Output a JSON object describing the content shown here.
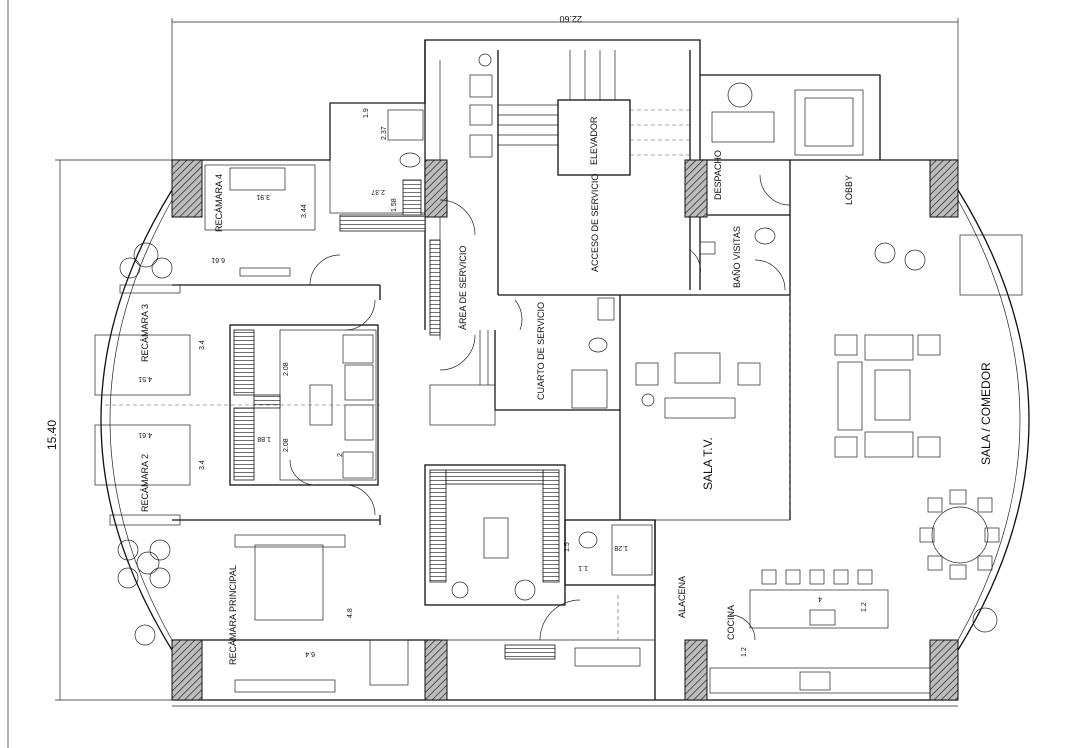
{
  "rooms": {
    "recamara4": "RECÁMARA 4",
    "recamara3": "RECÁMARA 3",
    "recamara2": "RECÁMARA 2",
    "recamara_principal": "RECÁMARA PRINCIPAL",
    "area_servicio": "ÁREA DE SERVICIO",
    "acceso_servicio": "ACCESO DE SERVICIO",
    "elevador": "ELEVADOR",
    "cuarto_servicio": "CUARTO DE SERVICIO",
    "despacho": "DESPACHO",
    "lobby": "LOBBY",
    "bano_visitas": "BAÑO VISITAS",
    "sala_tv": "SALA T.V.",
    "sala_comedor": "SALA / COMEDOR",
    "alacena": "ALACENA",
    "cocina": "COCINA"
  },
  "dimensions": {
    "overall_width": "22.60",
    "overall_depth": "15.40",
    "r4_width": "3.91",
    "r4_depth": "3.44",
    "r4_span": "6.61",
    "bath_a": "2.37",
    "bath_b": "1.9",
    "bath_c": "2.37",
    "bath_d": "1.58",
    "r3_width": "4.51",
    "r3_depth": "3.4",
    "r2_width": "4.61",
    "r2_depth": "3.4",
    "central_bath_a": "2.08",
    "central_bath_b": "2.08",
    "central_bath_c": "1.88",
    "central_bath_d": "2",
    "principal_depth": "4.8",
    "principal_width": "6.4",
    "service_bath_a": "1.5",
    "service_bath_b": "1.28",
    "service_bath_c": "1.1",
    "kitchen_island": "4",
    "kitchen_depth": "1.2",
    "kitchen_aisle": "1.2"
  },
  "colors": {
    "line": "#111111",
    "column_fill": "#777777",
    "background": "#ffffff"
  }
}
